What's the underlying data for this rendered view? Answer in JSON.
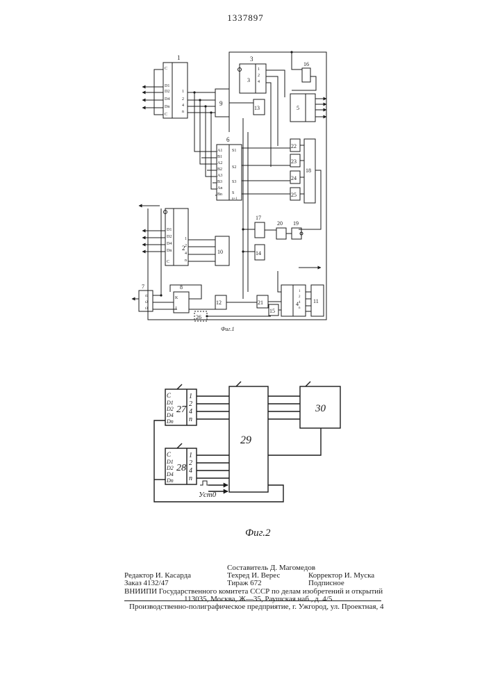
{
  "patent_number": "1337897",
  "figure1": {
    "caption": "Фиг.1",
    "blocks": {
      "b1": "1",
      "b2": "2",
      "b3": "3",
      "b4": "4",
      "b5": "5",
      "b6": "6",
      "b7": "7",
      "b8": "8",
      "b9": "9",
      "b10": "10",
      "b11": "11",
      "b12": "12",
      "b13": "13",
      "b14": "14",
      "b15": "15",
      "b16": "16",
      "b17": "17",
      "b18": "18",
      "b19": "19",
      "b20": "20",
      "b21": "21",
      "b22": "22",
      "b23": "23",
      "b24": "24",
      "b25": "25",
      "b26": "26"
    },
    "pin_labels": {
      "counter_inputs": [
        "C",
        "D1",
        "D2",
        "D4",
        "Dn",
        "C"
      ],
      "counter_outputs": [
        "1",
        "2",
        "4",
        "n"
      ],
      "adder_inputs": [
        "A1",
        "B1",
        "A2",
        "B2",
        "A3",
        "B3",
        "An",
        "Bn"
      ],
      "adder_outputs": [
        "S1",
        "S2",
        "S3",
        "S",
        "n+1"
      ],
      "trigger_8": [
        "K",
        "J"
      ],
      "generator_7": [
        "t1",
        "t2",
        "t3"
      ]
    }
  },
  "figure2": {
    "caption": "Фиг.2",
    "blocks": {
      "b27": "27",
      "b28": "28",
      "b29": "29",
      "b30": "30"
    },
    "counter_inputs": [
      "C",
      "D1",
      "D2",
      "D4",
      "Dn"
    ],
    "counter_outputs": [
      "1",
      "2",
      "4",
      "n"
    ],
    "input_label": "Уст0"
  },
  "imprint": {
    "compiler": "Составитель Д. Магомедов",
    "editor": "Редактор И. Касарда",
    "techred": "Техред И. Верес",
    "corrector": "Корректор И. Муска",
    "order": "Заказ 4132/47",
    "print_run": "Тираж 672",
    "subscription": "Подписное",
    "org_line1": "ВНИИПИ Государственного комитета СССР по делам изобретений и открытий",
    "org_line2": "113035, Москва, Ж—35, Раушская наб., д. 4/5",
    "printer": "Производственно-полиграфическое предприятие, г. Ужгород, ул. Проектная, 4"
  }
}
